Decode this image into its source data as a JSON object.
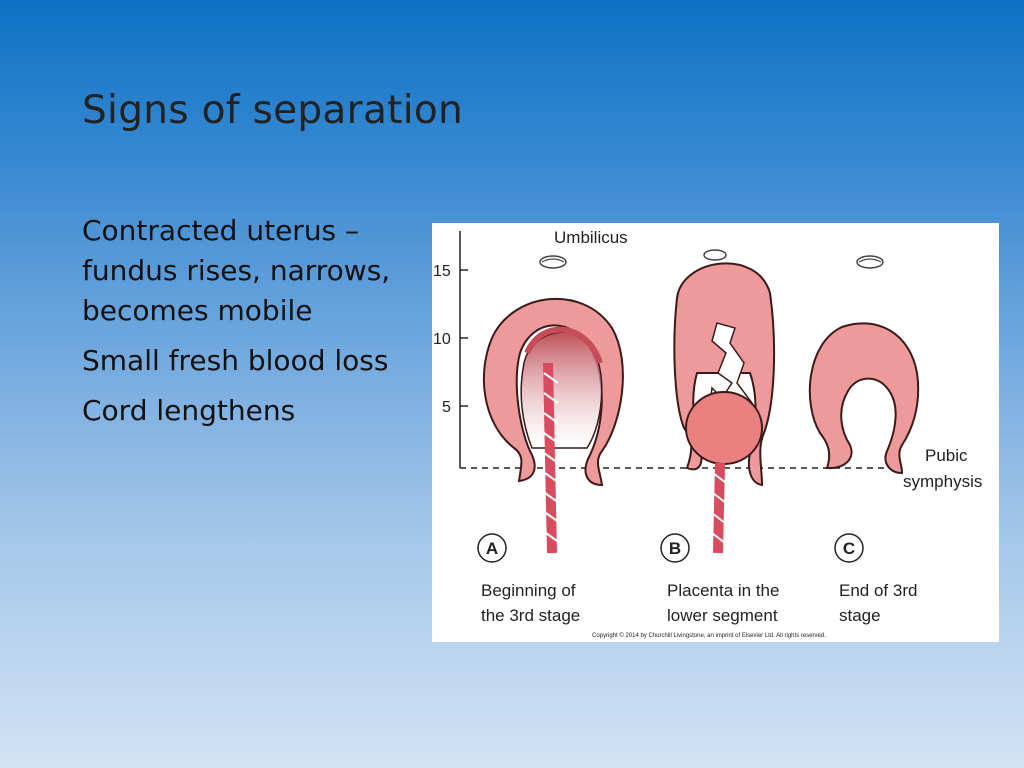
{
  "slide": {
    "title": "Signs of separation",
    "bullets": [
      "Contracted uterus – fundus rises, narrows, becomes mobile",
      "Small fresh blood loss",
      "Cord lengthens"
    ]
  },
  "figure": {
    "umbilicus_label": "Umbilicus",
    "scale_ticks": [
      "15",
      "10",
      "5"
    ],
    "pubic_label_line1": "Pubic",
    "pubic_label_line2": "symphysis",
    "panels": [
      {
        "letter": "A",
        "caption_line1": "Beginning of",
        "caption_line2": "the 3rd stage"
      },
      {
        "letter": "B",
        "caption_line1": "Placenta in the",
        "caption_line2": "lower segment"
      },
      {
        "letter": "C",
        "caption_line1": "End of 3rd",
        "caption_line2": "stage"
      }
    ],
    "copyright": "Copyright © 2014 by Churchill Livingstone, an imprint of Elsevier Ltd. All rights reserved.",
    "colors": {
      "uterus": "#ef9a9a",
      "uterus_dark": "#c44d58",
      "cord": "#d94b5f",
      "outline": "#3a1a1a"
    }
  }
}
